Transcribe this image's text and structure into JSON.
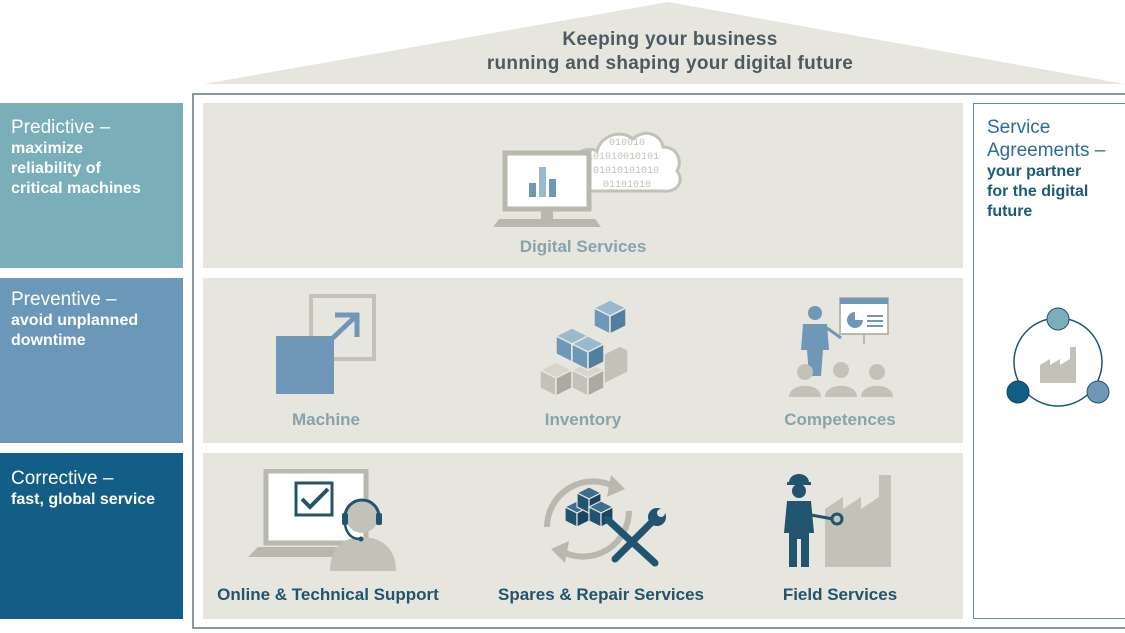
{
  "roof": {
    "line1": "Keeping your business",
    "line2": "running and shaping your digital future"
  },
  "levels": [
    {
      "title": "Predictive –",
      "subtitle_lines": [
        "maximize",
        "reliability of",
        "critical machines"
      ],
      "color": "#7aaeb8"
    },
    {
      "title": "Preventive –",
      "subtitle_lines": [
        "avoid unplanned",
        "downtime"
      ],
      "color": "#6b98b9"
    },
    {
      "title": "Corrective –",
      "subtitle_lines": [
        "fast, global service"
      ],
      "color": "#135e86"
    }
  ],
  "rows": {
    "digital": {
      "label": "Digital Services",
      "icon": "computer-cloud-icon",
      "cloud_text": [
        "010010",
        "101010010101",
        "01010101010",
        "01101010"
      ]
    },
    "preventive": [
      {
        "label": "Machine",
        "icon": "machine-expand-icon"
      },
      {
        "label": "Inventory",
        "icon": "inventory-boxes-icon"
      },
      {
        "label": "Competences",
        "icon": "training-presentation-icon"
      }
    ],
    "corrective": [
      {
        "label": "Online & Technical Support",
        "icon": "laptop-headset-icon"
      },
      {
        "label": "Spares & Repair Services",
        "icon": "spares-repair-icon"
      },
      {
        "label": "Field Services",
        "icon": "field-worker-icon"
      }
    ]
  },
  "service_agreements": {
    "title_lines": [
      "Service",
      "Agreements –"
    ],
    "subtitle_lines": [
      "your partner",
      "for the digital",
      "future"
    ],
    "icon": "factory-cycle-icon"
  },
  "colors": {
    "panel_bg": "#e6e6df",
    "icon_grey": "#c2c2b8",
    "icon_blue": "#6e97b8",
    "dark_blue": "#135e86",
    "caption_grey": "#8aa2ac"
  }
}
